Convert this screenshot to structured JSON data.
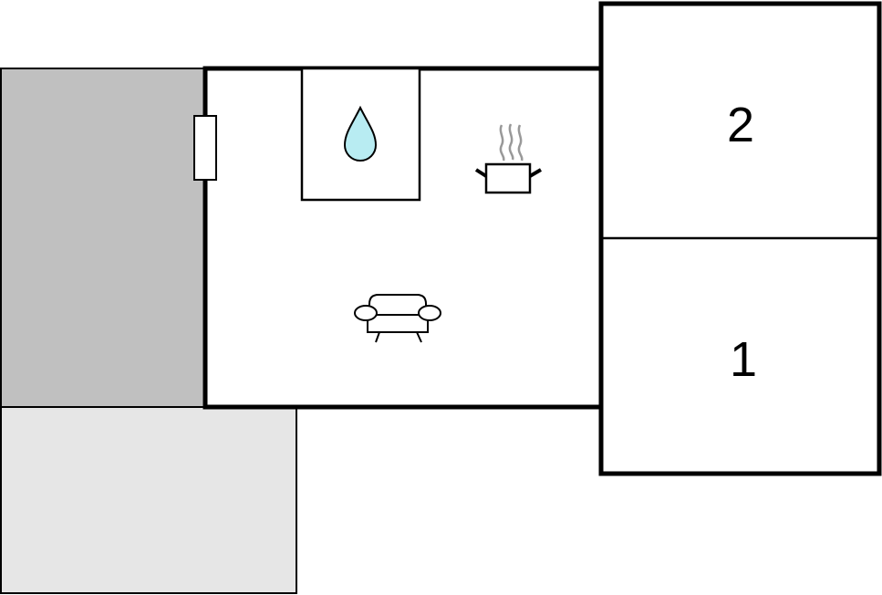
{
  "floorplan": {
    "colors": {
      "wall": "#000000",
      "terrace_dark": "#c0c0c0",
      "terrace_light": "#e6e6e6",
      "water": "#b8ecf2",
      "steam": "#999999",
      "background": "#ffffff"
    },
    "icons": {
      "bathroom": "water-drop-icon",
      "kitchen": "cooking-pot-icon",
      "living": "sofa-icon",
      "door": "door-icon"
    },
    "rooms": [
      {
        "id": "bedroom-2",
        "label": "2"
      },
      {
        "id": "bedroom-1",
        "label": "1"
      }
    ]
  }
}
